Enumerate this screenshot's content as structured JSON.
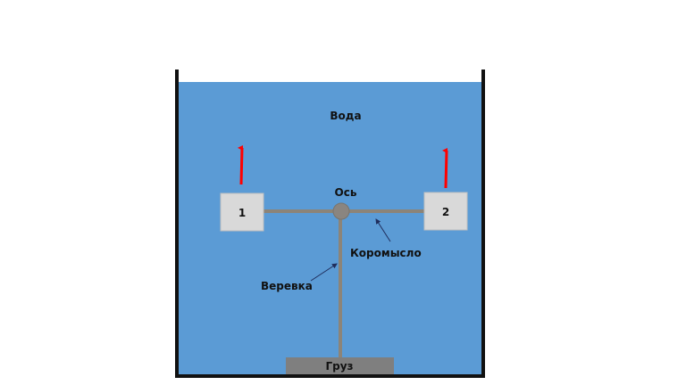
{
  "labels": {
    "water": "Вода",
    "axis": "Ось",
    "beam": "Коромысло",
    "rope": "Веревка",
    "weight": "Груз",
    "float1": "1",
    "float2": "2"
  },
  "colors": {
    "water": "#5b9bd5",
    "wall": "#111111",
    "float": "#d9d9d9",
    "beam": "#8c8478",
    "weight": "#7f7f7f",
    "force_arrow": "#ff0000",
    "pointer": "#1f2d5c"
  }
}
